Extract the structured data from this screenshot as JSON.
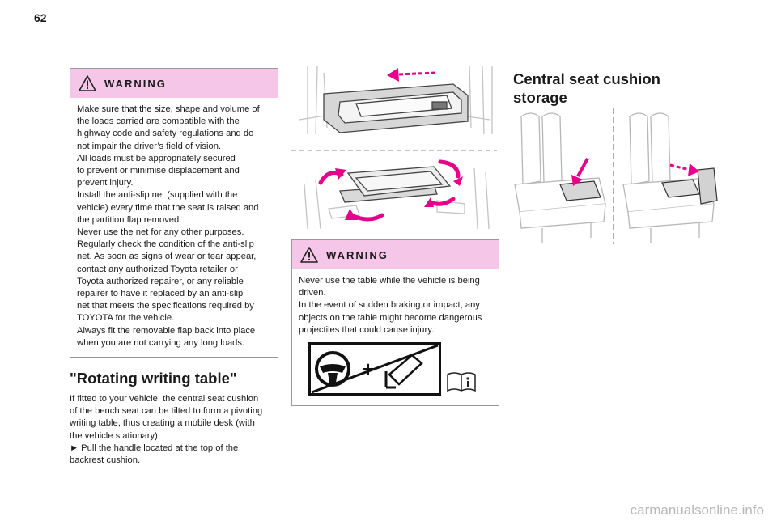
{
  "page": {
    "number": "62"
  },
  "warning1": {
    "title": "WARNING",
    "lines": [
      "Make sure that the size, shape and volume of",
      "the loads carried are compatible with the",
      "highway code and safety regulations and do",
      "not impair the driver’s field of vision.",
      "All loads must be appropriately secured",
      "to prevent or minimise displacement and",
      "prevent injury.",
      "Install the anti-slip net (supplied with the",
      "vehicle) every time that the seat is raised and",
      "the partition flap removed.",
      "Never use the net for any other purposes.",
      "Regularly check the condition of the anti-slip",
      "net. As soon as signs of wear or tear appear,",
      "contact any authorized Toyota retailer or",
      "Toyota authorized repairer, or any reliable",
      "repairer to have it replaced by an anti-slip",
      "net that meets the specifications required by",
      "TOYOTA for the vehicle.",
      "Always fit the removable flap back into place",
      "when you are not carrying any long loads."
    ]
  },
  "rotating": {
    "title": "\"Rotating writing table\"",
    "lines": [
      "If fitted to your vehicle, the central seat cushion",
      "of the bench seat can be tilted to form a pivoting",
      "writing table, thus creating a mobile desk (with",
      "the vehicle stationary).",
      "► Pull the handle located at the top of the",
      "backrest cushion."
    ]
  },
  "warning2": {
    "title": "WARNING",
    "lines": [
      "Never use the table while the vehicle is being",
      "driven.",
      "In the event of sudden braking or impact, any",
      "objects on the table might become dangerous",
      "projectiles that could cause injury."
    ]
  },
  "storage": {
    "title_line1": "Central seat cushion",
    "title_line2": "storage"
  },
  "watermark": "carmanualsonline.info",
  "colors": {
    "warning_header": "#f5c6e8",
    "arrow": "#e6008a"
  }
}
